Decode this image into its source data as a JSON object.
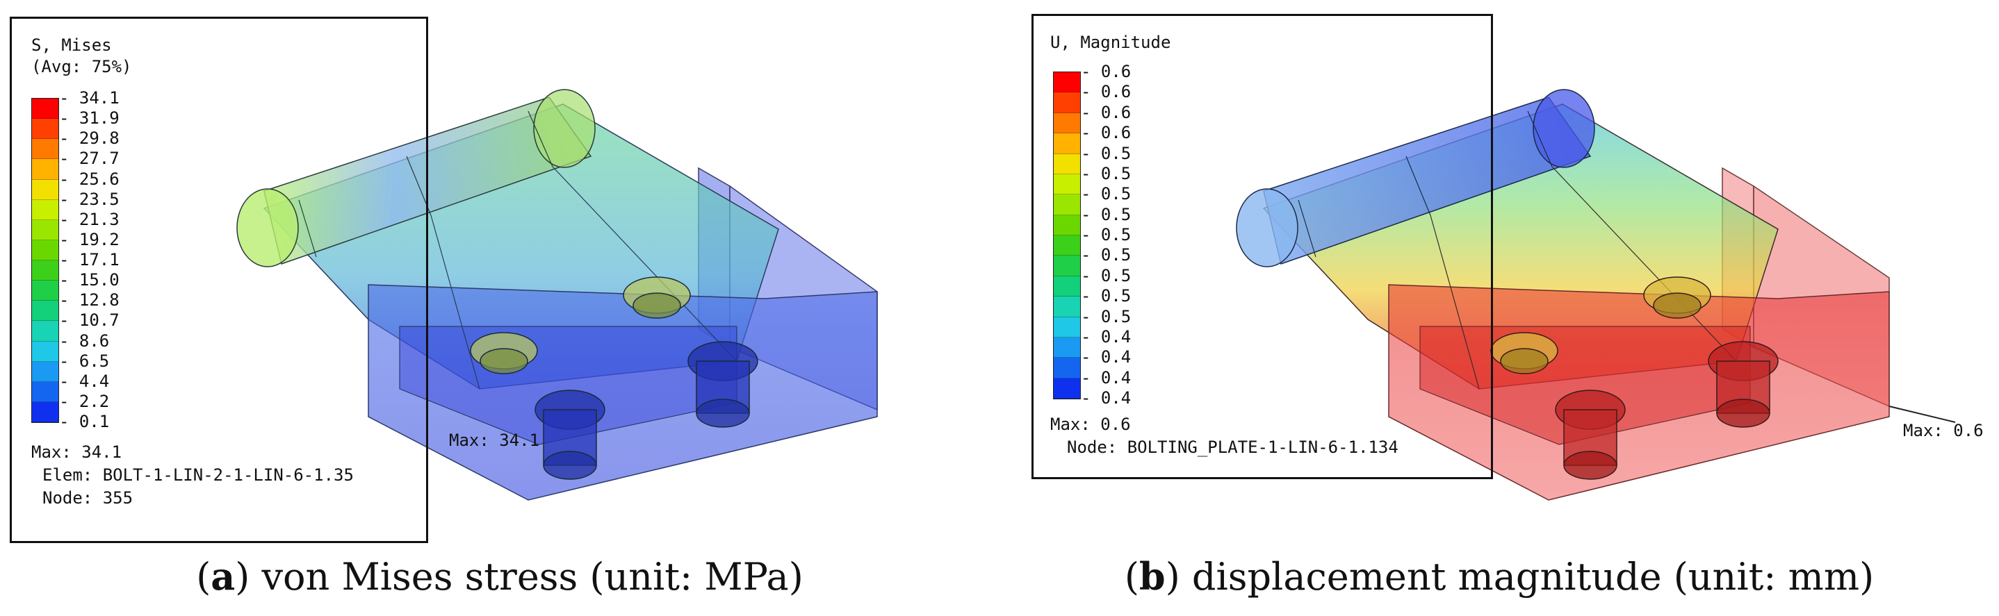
{
  "panel_a": {
    "legend_title_1": "S, Mises",
    "legend_title_2": "(Avg: 75%)",
    "ticks": [
      "34.1",
      "31.9",
      "29.8",
      "27.7",
      "25.6",
      "23.5",
      "21.3",
      "19.2",
      "17.1",
      "15.0",
      "12.8",
      "10.7",
      "8.6",
      "6.5",
      "4.4",
      "2.2",
      "0.1"
    ],
    "colors": [
      "#ff0000",
      "#ff4000",
      "#ff7a00",
      "#ffb200",
      "#f2e000",
      "#c8ee00",
      "#9ae600",
      "#6ad800",
      "#3cd01a",
      "#1fcf48",
      "#13d07a",
      "#18d3b4",
      "#1ec8e6",
      "#1a9af2",
      "#1466f0",
      "#1030f0"
    ],
    "max_line": "Max: 34.1",
    "elem_line": "Elem: BOLT-1-LIN-2-1-LIN-6-1.35",
    "node_line": "Node: 355",
    "max_marker": "Max: 34.1",
    "caption_letter": "a",
    "caption_text": " von Mises stress (unit: MPa)"
  },
  "panel_b": {
    "legend_title_1": "U, Magnitude",
    "ticks": [
      "0.6",
      "0.6",
      "0.6",
      "0.6",
      "0.5",
      "0.5",
      "0.5",
      "0.5",
      "0.5",
      "0.5",
      "0.5",
      "0.5",
      "0.5",
      "0.4",
      "0.4",
      "0.4",
      "0.4"
    ],
    "colors": [
      "#ff0000",
      "#ff4000",
      "#ff7a00",
      "#ffb200",
      "#f2e000",
      "#c8ee00",
      "#9ae600",
      "#6ad800",
      "#3cd01a",
      "#1fcf48",
      "#13d07a",
      "#18d3b4",
      "#1ec8e6",
      "#1a9af2",
      "#1466f0",
      "#1030f0"
    ],
    "max_line": "Max: 0.6",
    "node_line": "Node: BOLTING_PLATE-1-LIN-6-1.134",
    "max_marker": "Max: 0.6",
    "caption_letter": "b",
    "caption_text": " displacement magnitude (unit: mm)"
  },
  "caption_open": "(",
  "caption_close": ")"
}
